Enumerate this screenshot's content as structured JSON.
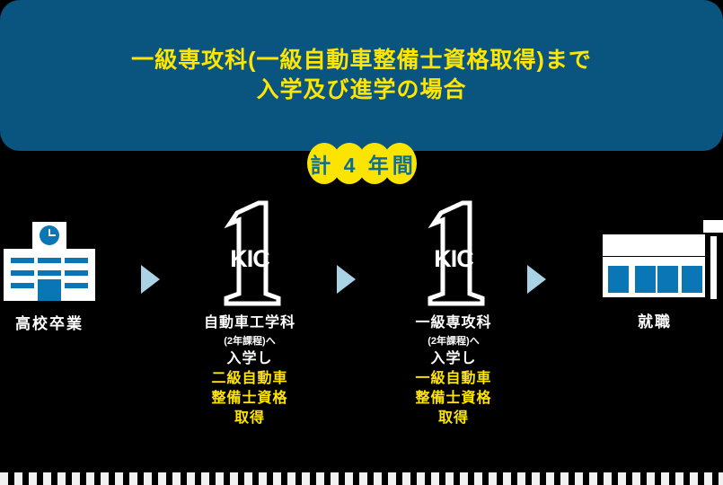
{
  "banner": {
    "line1": "一級専攻科(一級自動車整備士資格取得)まで",
    "line2": "入学及び進学の場合",
    "bg_color": "#0a5580",
    "text_color": "#ffe500"
  },
  "badge": {
    "text": "計 4 年間",
    "bubble_color": "#fbe500",
    "text_color": "#0d6d95"
  },
  "flow": {
    "arrow_color": "#a9d2e4",
    "accent_color": "#ffe500",
    "icon_blue": "#0a76b5",
    "steps": [
      {
        "id": "highschool",
        "icon": "school-building-icon",
        "label": "高校卒業"
      },
      {
        "id": "kic-course-1",
        "icon": "kic-logo-icon",
        "title": "自動車工学科",
        "sub": "(2年課程)へ",
        "mid": "入学し",
        "accent_line1": "二級自動車",
        "accent_line2": "整備士資格",
        "accent_line3": "取得"
      },
      {
        "id": "kic-course-2",
        "icon": "kic-logo-icon",
        "title": "一級専攻科",
        "sub": "(2年課程)へ",
        "mid": "入学し",
        "accent_line1": "一級自動車",
        "accent_line2": "整備士資格",
        "accent_line3": "取得"
      },
      {
        "id": "employment",
        "icon": "dealership-shop-icon",
        "label": "就職"
      }
    ],
    "kic_wordmark": "KIC"
  }
}
